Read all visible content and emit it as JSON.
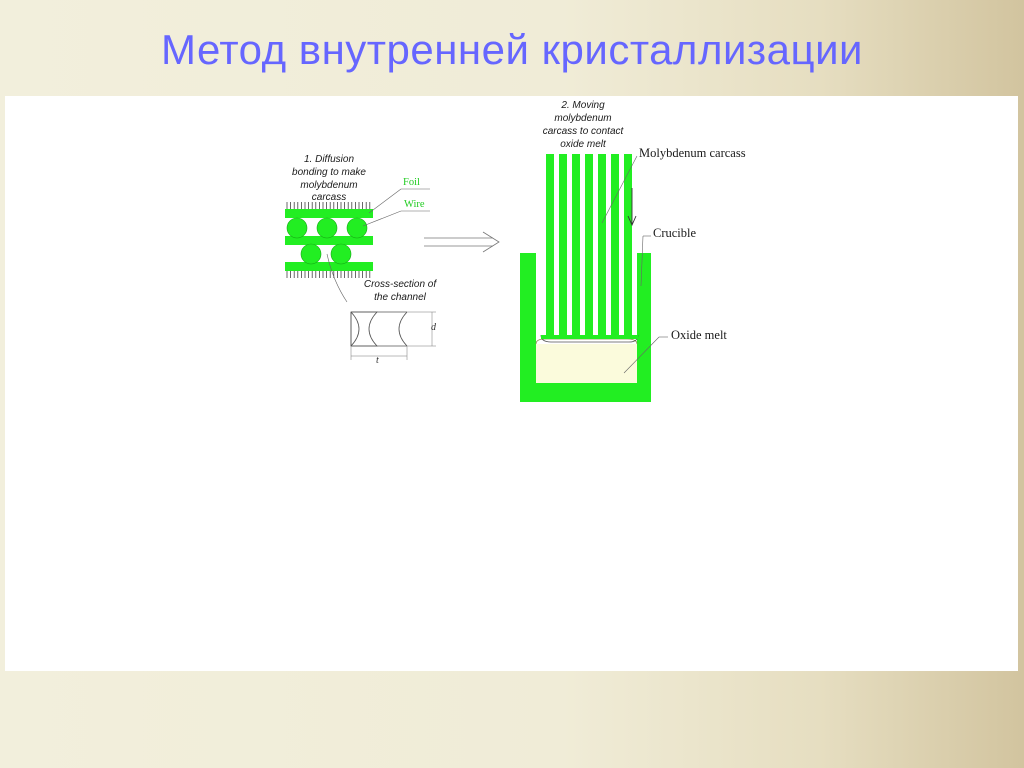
{
  "slide": {
    "title": "Метод внутренней кристаллизации"
  },
  "diagram": {
    "step1": [
      "1. Diffusion",
      "bonding to make",
      "molybdenum",
      "carcass"
    ],
    "step2": [
      "2. Moving",
      "molybdenum",
      "carcass to contact",
      "oxide melt"
    ],
    "foil_label": "Foil",
    "wire_label": "Wire",
    "cross_section": [
      "Cross-section of",
      "the channel"
    ],
    "dim_d": "d",
    "dim_t": "t",
    "carcass_label": "Molybdenum carcass",
    "crucible_label": "Crucible",
    "melt_label": "Oxide melt",
    "colors": {
      "green": "#22ee22",
      "melt": "#fbfbdc",
      "title": "#6666ff"
    }
  }
}
